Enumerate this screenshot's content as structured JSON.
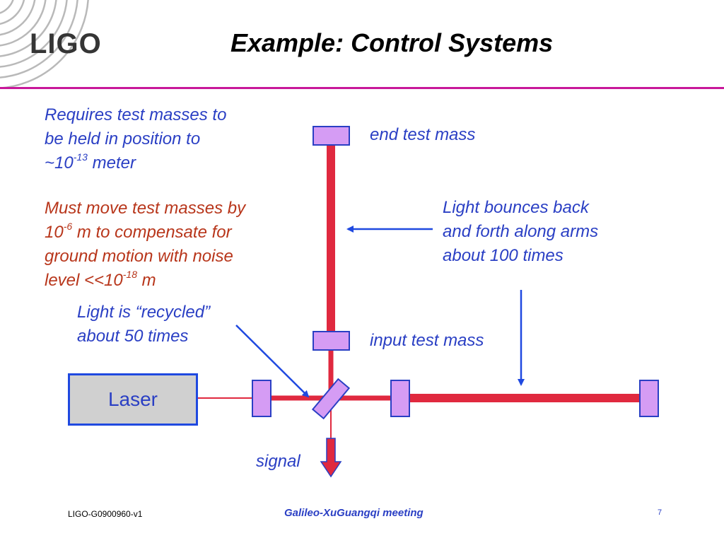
{
  "header": {
    "logo_text": "LIGO",
    "title": "Example: Control Systems"
  },
  "notes": {
    "requirement": {
      "line1": "Requires test masses to",
      "line2": "be held in position to",
      "line3_base": "~10",
      "line3_exp": "-13",
      "line3_tail": " meter"
    },
    "compensation": {
      "line1": "Must move test masses by",
      "line2_base": "10",
      "line2_exp": "-6",
      "line2_tail": " m to compensate for",
      "line3": "ground motion with noise",
      "line4_base": "level <<10",
      "line4_exp": "-18",
      "line4_tail": " m"
    },
    "recycled": {
      "line1": "Light is “recycled”",
      "line2": "about 50 times"
    },
    "bounces": {
      "line1": "Light bounces back",
      "line2": "and forth along arms",
      "line3": "about 100 times"
    }
  },
  "labels": {
    "end_test_mass": "end test mass",
    "input_test_mass": "input test mass",
    "signal": "signal",
    "laser": "Laser"
  },
  "colors": {
    "beam": "#e0293f",
    "mirror_fill": "#d59cf4",
    "mirror_border": "#2a3fc4",
    "arrow": "#1f49e0",
    "divider": "#c8179a",
    "text_blue": "#2a3fc4",
    "text_red": "#b8361b"
  },
  "footer": {
    "doc_id": "LIGO-G0900960-v1",
    "meeting": "Galileo-XuGuangqi meeting",
    "page": "7"
  }
}
